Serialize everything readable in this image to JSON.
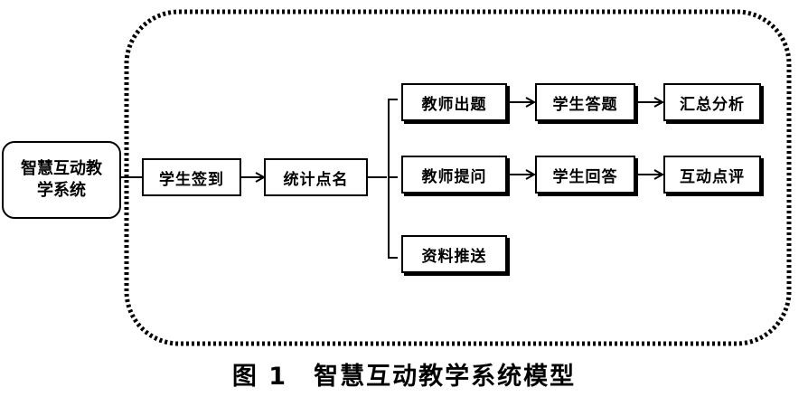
{
  "diagram": {
    "root": "智慧互动教学系统",
    "nodes": {
      "sign_in": "学生签到",
      "roll_call": "统计点名",
      "teacher_question": "教师出题",
      "student_answer": "学生答题",
      "summary_analysis": "汇总分析",
      "teacher_ask": "教师提问",
      "student_reply": "学生回答",
      "interactive_review": "互动点评",
      "resource_push": "资料推送"
    }
  },
  "caption": "图 1　智慧互动教学系统模型"
}
